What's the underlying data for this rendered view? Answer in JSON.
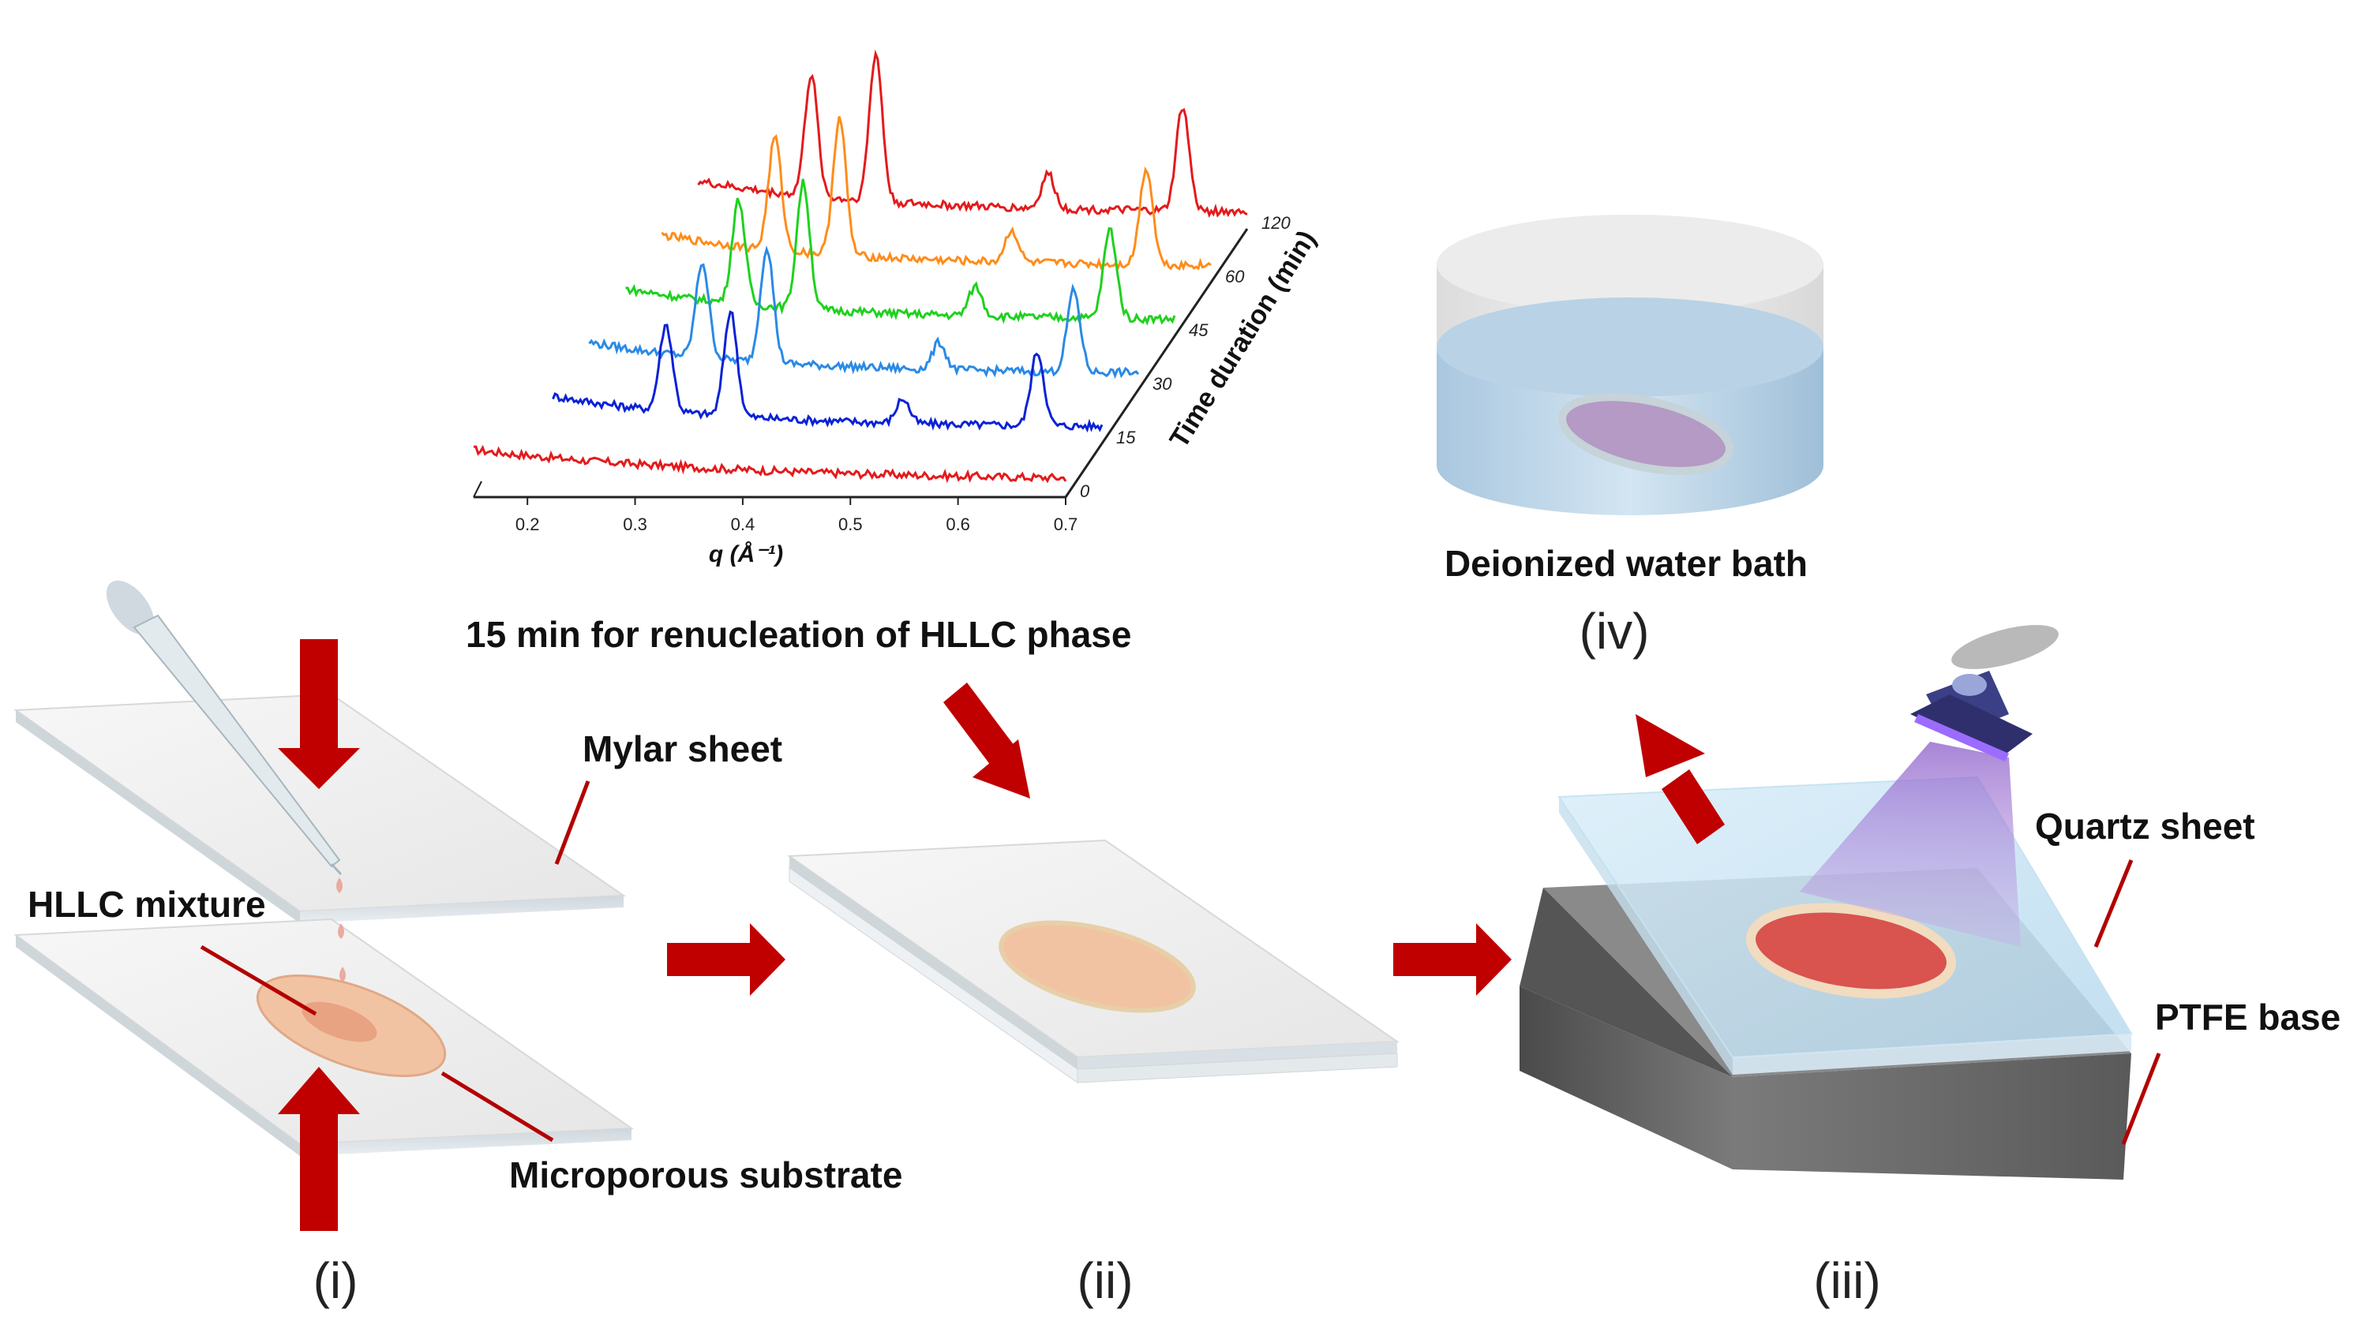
{
  "colors": {
    "arrow": "#c00000",
    "leader": "#b30000",
    "mixture": "#f2c3a3",
    "mixture_core": "#e8a382",
    "film_red": "#d9534f",
    "ptfe": "#6e6e6e",
    "water": "#bcd6ea",
    "uv": "#a77ed6"
  },
  "labels": {
    "mylar_sheet": "Mylar sheet",
    "hllc_mixture": "HLLC mixture",
    "microporous_substrate": "Microporous substrate",
    "renucleation": "15 min for renucleation of HLLC phase",
    "deionized": "Deionized water bath",
    "quartz_sheet": "Quartz sheet",
    "ptfe_base": "PTFE base"
  },
  "steps": {
    "i": "(i)",
    "ii": "(ii)",
    "iii": "(iii)",
    "iv": "(iv)"
  },
  "icons": [
    "pipette-icon",
    "uv-lamp-icon",
    "droplet-icon"
  ],
  "chart_data": {
    "type": "line",
    "xlabel": "q (Å⁻¹)",
    "ylabel": "Time duration (min)",
    "x_ticks": [
      "0.2",
      "0.3",
      "0.4",
      "0.5",
      "0.6",
      "0.7"
    ],
    "xlim": [
      0.15,
      0.7
    ],
    "z_ticks": [
      "0",
      "15",
      "30",
      "45",
      "60",
      "120"
    ],
    "series": [
      {
        "time": "0",
        "color": "#e41a1c",
        "peaks": []
      },
      {
        "time": "15",
        "color": "#0a22d6",
        "peaks": [
          0.295,
          0.355,
          0.515,
          0.64
        ]
      },
      {
        "time": "30",
        "color": "#2a8ae6",
        "peaks": [
          0.295,
          0.355,
          0.515,
          0.64
        ]
      },
      {
        "time": "45",
        "color": "#1fd11f",
        "peaks": [
          0.295,
          0.355,
          0.515,
          0.64
        ]
      },
      {
        "time": "60",
        "color": "#ff8c1a",
        "peaks": [
          0.295,
          0.355,
          0.515,
          0.64
        ]
      },
      {
        "time": "120",
        "color": "#e41a1c",
        "peaks": [
          0.295,
          0.355,
          0.515,
          0.64
        ]
      }
    ]
  }
}
